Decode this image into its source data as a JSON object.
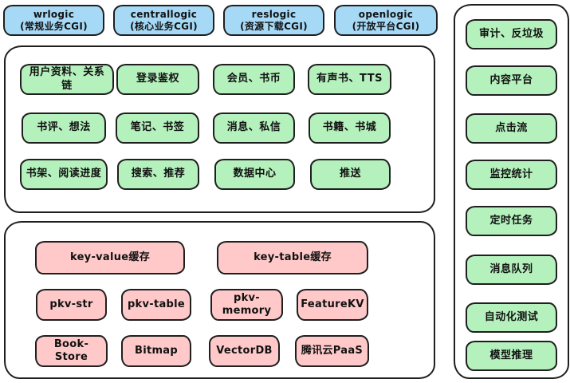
{
  "colors": {
    "cgi_fill": "#a6d9f6",
    "service_fill": "#b5f1bd",
    "storage_fill": "#ffc9c9",
    "stroke": "#1f1f1f",
    "background": "#ffffff"
  },
  "cgi_layer": [
    {
      "name": "wrlogic",
      "desc": "(常规业务CGI)"
    },
    {
      "name": "centrallogic",
      "desc": "(核心业务CGI)"
    },
    {
      "name": "reslogic",
      "desc": "(资源下载CGI)"
    },
    {
      "name": "openlogic",
      "desc": "(开放平台CGI)"
    }
  ],
  "services": {
    "rows": [
      [
        "用户资料、关系链",
        "登录鉴权",
        "会员、书币",
        "有声书、TTS"
      ],
      [
        "书评、想法",
        "笔记、书签",
        "消息、私信",
        "书籍、书城"
      ],
      [
        "书架、阅读进度",
        "搜索、推荐",
        "数据中心",
        "推送"
      ]
    ]
  },
  "storage": {
    "wide": [
      "key-value缓存",
      "key-table缓存"
    ],
    "rows": [
      [
        "pkv-str",
        "pkv-table",
        "pkv-memory",
        "FeatureKV"
      ],
      [
        "Book-Store",
        "Bitmap",
        "VectorDB",
        "腾讯云PaaS"
      ]
    ]
  },
  "sidebar": {
    "items": [
      "审计、反垃圾",
      "内容平台",
      "点击流",
      "监控统计",
      "定时任务",
      "消息队列",
      "自动化测试",
      "模型推理"
    ]
  }
}
